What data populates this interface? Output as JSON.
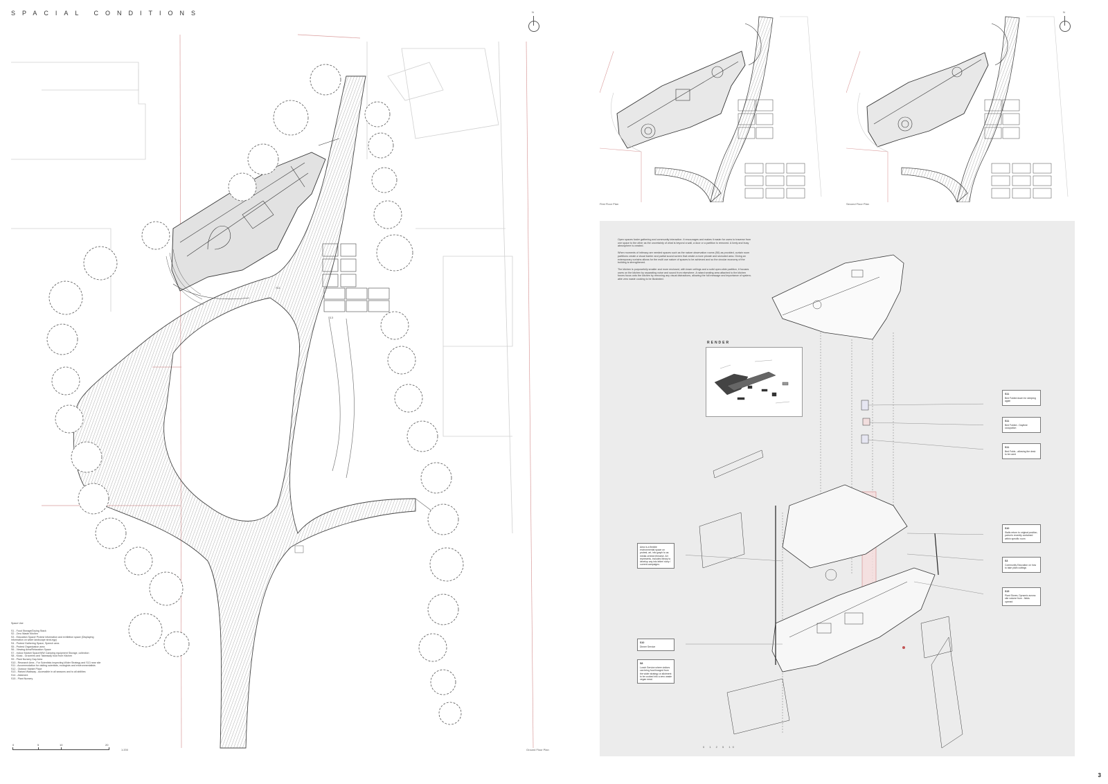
{
  "title": "SPACIAL CONDITIONS",
  "north_label": "N",
  "site_labels": {
    "s11": "S11",
    "s13": "S13"
  },
  "floor_plan_labels": {
    "first": "First Floor Plan",
    "second": "Second Floor Plan",
    "ground": "Ground Floor Plan"
  },
  "legend": {
    "heading": "Space Use",
    "items": [
      "S1 - Food Storage/Drying Stack",
      "S2 - Zero Waste Kitchen",
      "S3 - Education Space/ Protest information and exhibition space (Displaying information on wider landscape strat-egy)",
      "S4 - Protest Gathering Space, Speech area",
      "S5 - Protest Organization area",
      "S6 - Viewing Area/Relaxation Space",
      "S7 - Indoor Market Space/WW Camping equipment Storage, collection",
      "S8 - Kiosk - Groceries and Takeaway food from Kitchen",
      "S9 - Plant Nursery Day Area",
      "S10 - Research Area - For Scientists inspecting Wider Strategy and S13 near site",
      "S11 - Accommodation for visiting scientists, ecologists and environmentalists",
      "S12 - Outdoor Market Place",
      "S13 - Raised Walkway - Accessible in all seasons and to all abilities",
      "S14 - Allotment",
      "S15 - Plant Nursery"
    ]
  },
  "scale": {
    "ticks": [
      "0",
      "5",
      "10",
      "20"
    ],
    "ratio": "1:200"
  },
  "axo_text": [
    "Open spaces foster gathering and community interaction. It encourages and makes it easier for users to traverse from one space to the other as the uncertainty of what is beyond a wall, a door or a partition is removed. A lively and busy atmosphere is created.",
    "When moments of intimacy are needed spaces such as the nature observation rooms (S6) as provided, curtain room partitions create a visual barrier and partial sound screen that create a more private and secluded area. Giving an extemporary curtains allows for the multi use nature of spaces to be achieved and so the circular economy of the building is strengthened.",
    "The kitchen is purposefully smaller and more enclosed, with lower ceilings and a solid open-slide partition, it focuses users on the kitchen by separating noise and sound from elsewhere. A raised seating area attached to the kitchen forces focus onto the kitchen by removing any visual distractions, allowing the full message and importance of system-able zero waste cooking to be illustrated."
  ],
  "render_label": "RENDER",
  "annotations": {
    "right": [
      {
        "code": "S11",
        "text": "Bed Folded down for sleeping again"
      },
      {
        "code": "S11",
        "text": "Bed Folded - Daytime occupation"
      },
      {
        "code": "S11",
        "text": "Bed Folds - allowing the desk to be used"
      },
      {
        "code": "S10",
        "text": "Stalls return to original position, patron's recently contained within specific room"
      },
      {
        "code": "S3",
        "text": "Community Education on how to take plant cuttings"
      },
      {
        "code": "S15",
        "text": "Plant Stores, Dynamic across site volume from - fields opened"
      }
    ],
    "left": [
      {
        "code": "",
        "text": "Area is a flexible environmental space on protest, art, info graph to as media central rehearse. Art represents, includes library to develop any into letter/ story / current campaigns."
      },
      {
        "code": "S10",
        "text": "Dinner Service"
      },
      {
        "code": "S8",
        "text": "Lunch Service where visitors can bring food foraged from the wider strategy or allotment to be cooked into a zero waste vegan meal."
      }
    ]
  },
  "axo_scale": "0 1 2 5 10",
  "page_number": "3",
  "colors": {
    "line": "#3a3a3a",
    "red": "#c25454",
    "panel": "#ececec",
    "tree": "#555555"
  }
}
